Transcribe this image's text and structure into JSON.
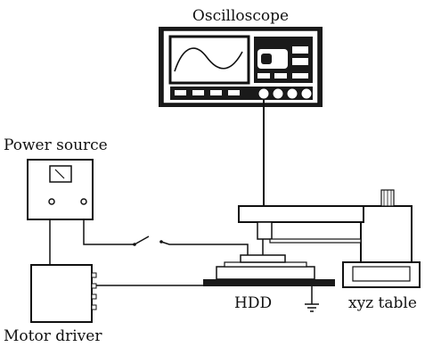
{
  "labels": {
    "oscilloscope": "Oscilloscope",
    "power_source": "Power source",
    "hdd": "HDD",
    "xyz_table": "xyz table",
    "motor_driver": "Motor driver"
  },
  "colors": {
    "ink": "#111111",
    "screen": "#ffffff",
    "panel": "#1a1a1a"
  }
}
